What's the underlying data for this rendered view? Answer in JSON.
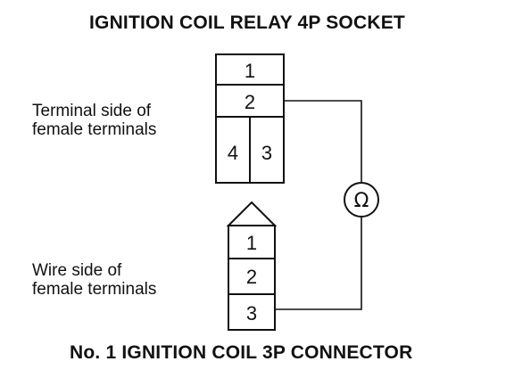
{
  "titles": {
    "top": "IGNITION COIL RELAY 4P SOCKET",
    "bottom": "No. 1 IGNITION COIL 3P CONNECTOR"
  },
  "labels": {
    "terminal_side_line1": "Terminal side of",
    "terminal_side_line2": "female terminals",
    "wire_side_line1": "Wire side of",
    "wire_side_line2": "female terminals"
  },
  "relay_socket": {
    "pin1": "1",
    "pin2": "2",
    "pin3": "3",
    "pin4": "4"
  },
  "coil_connector": {
    "pin1": "1",
    "pin2": "2",
    "pin3": "3"
  },
  "meter": {
    "symbol": "Ω"
  }
}
